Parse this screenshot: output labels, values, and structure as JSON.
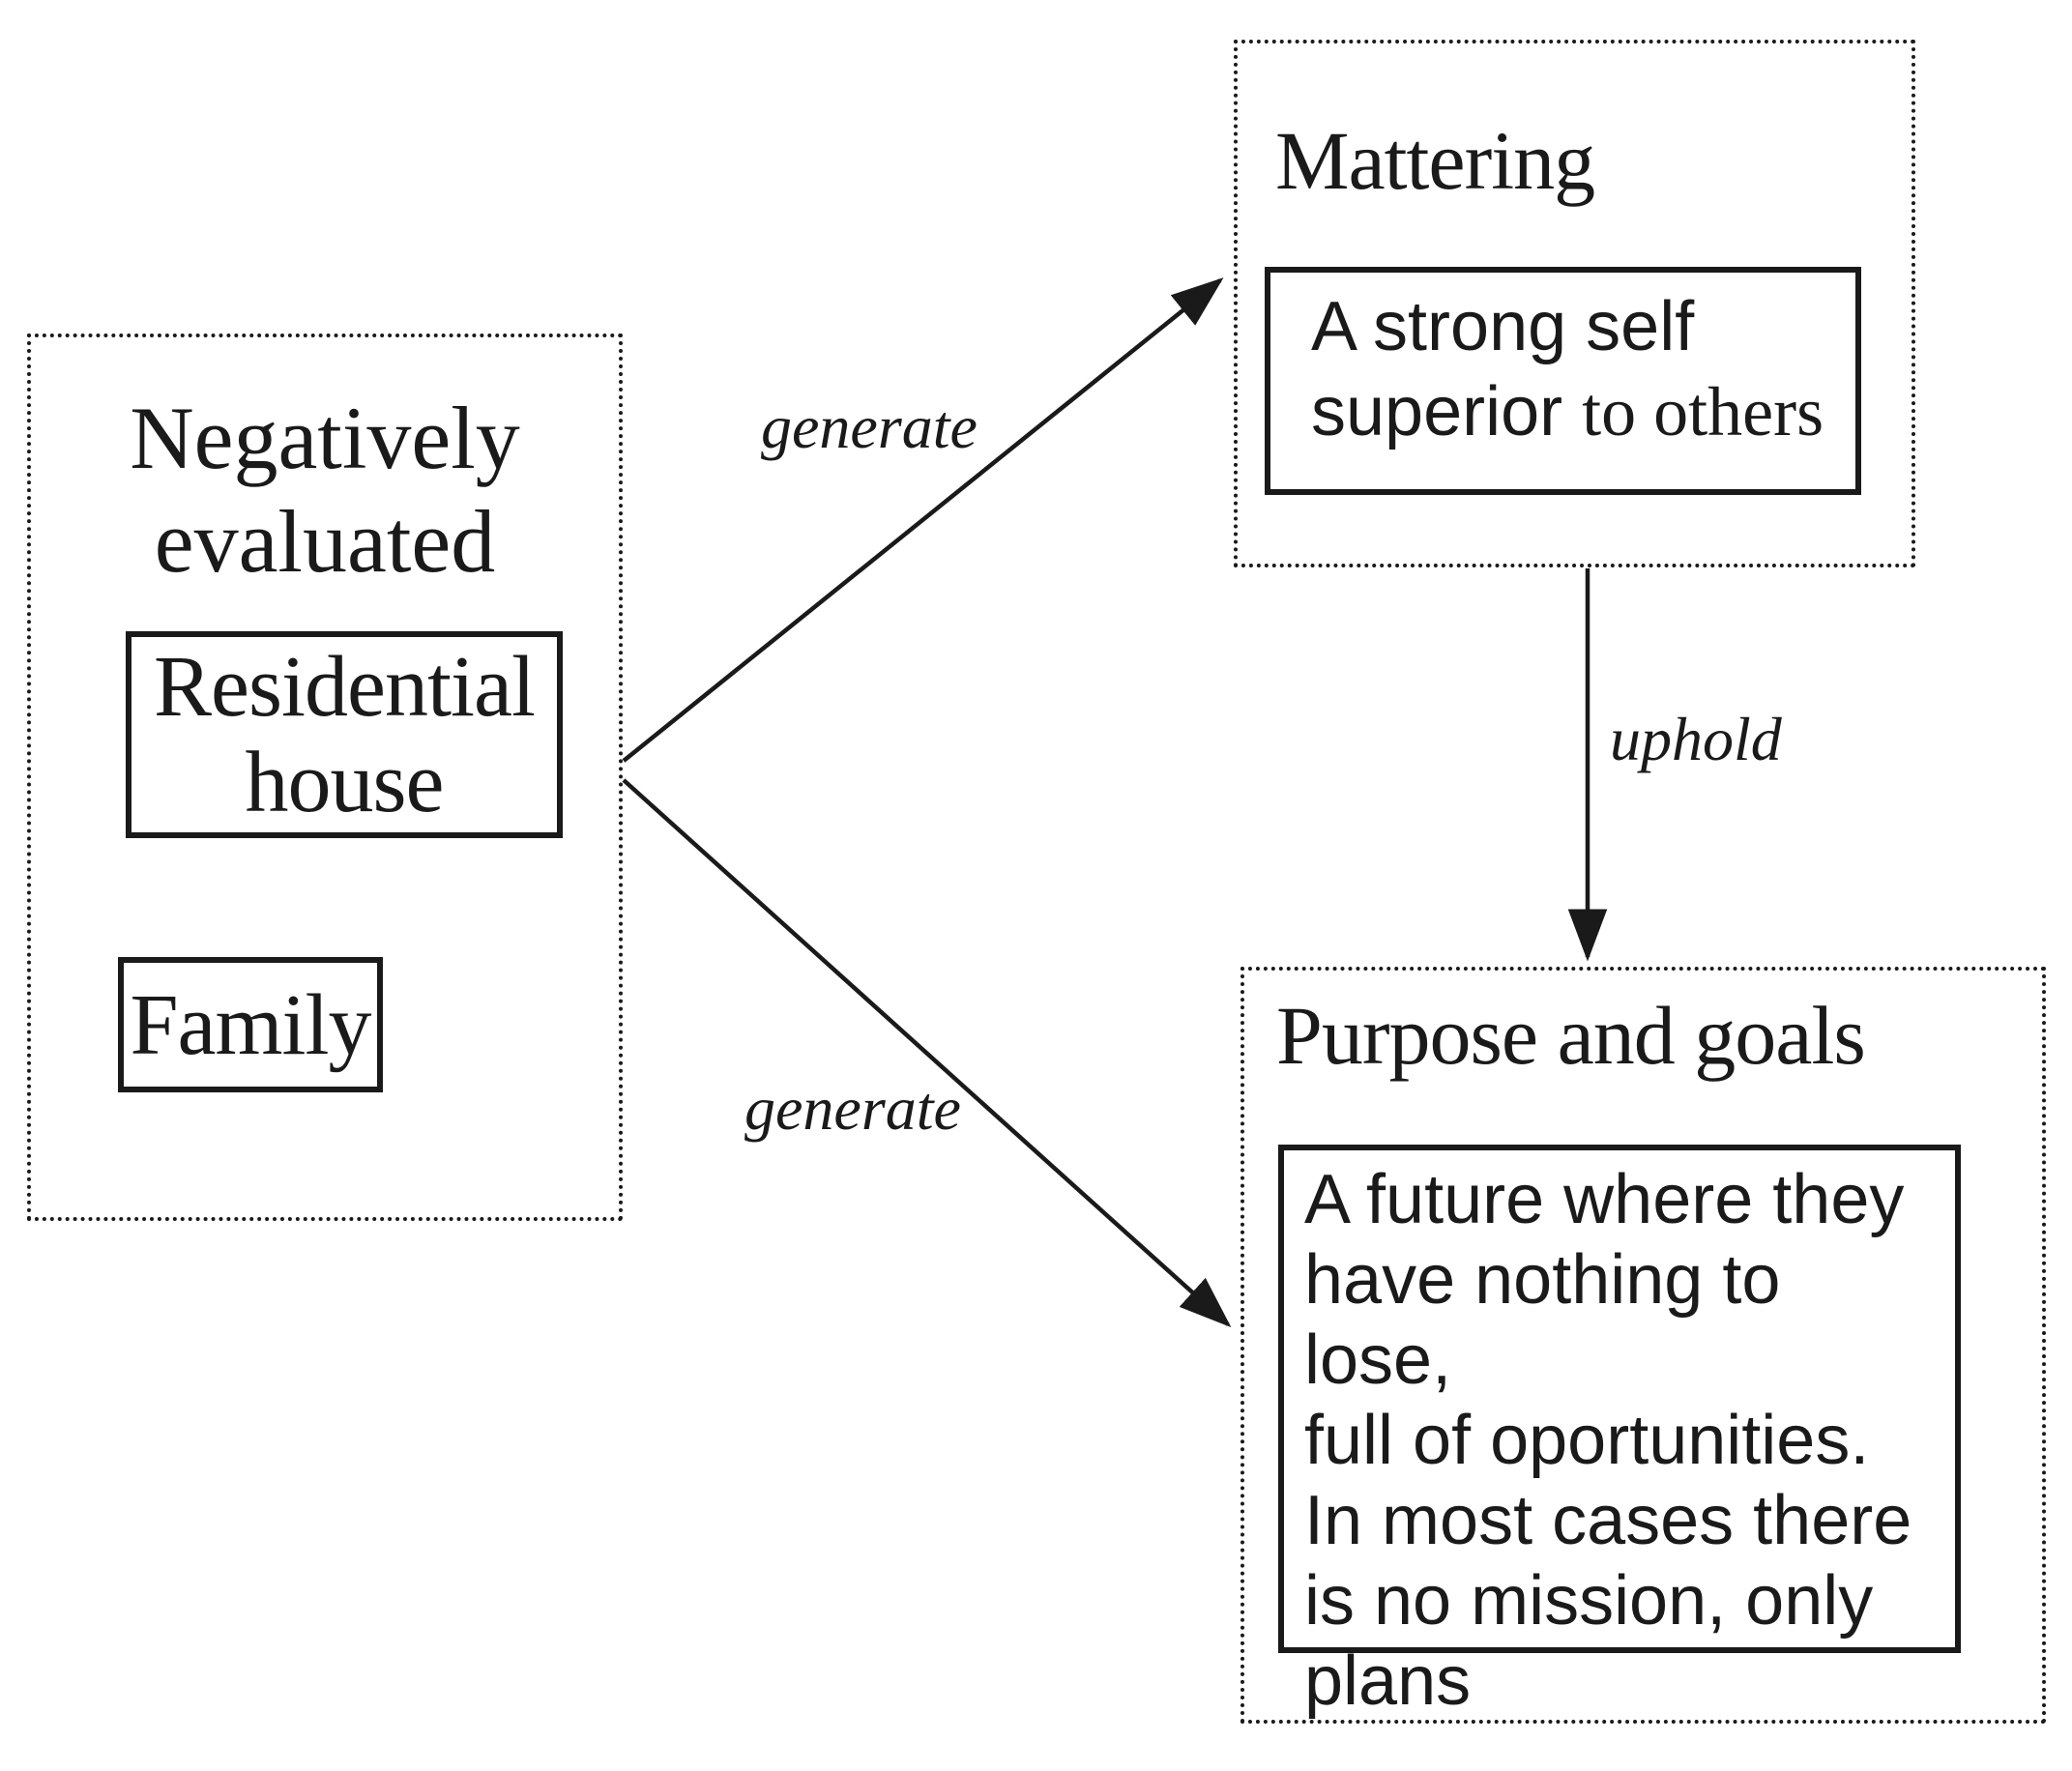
{
  "left_panel": {
    "title": "Negatively\nevaluated",
    "residential": "Residential\nhouse",
    "family": "Family"
  },
  "mattering": {
    "title": "Mattering",
    "card_sans": "A strong self\nsuperior ",
    "card_serif": "to others"
  },
  "purpose": {
    "title": "Purpose and goals",
    "card": "A future where they\nhave nothing to lose,\nfull of oportunities.\nIn most cases there\nis no mission, only\nplans"
  },
  "edges": {
    "generate_upper": "generate",
    "generate_lower": "generate",
    "uphold": "uphold"
  },
  "colors": {
    "ink": "#1a1a1a",
    "background": "#ffffff"
  }
}
